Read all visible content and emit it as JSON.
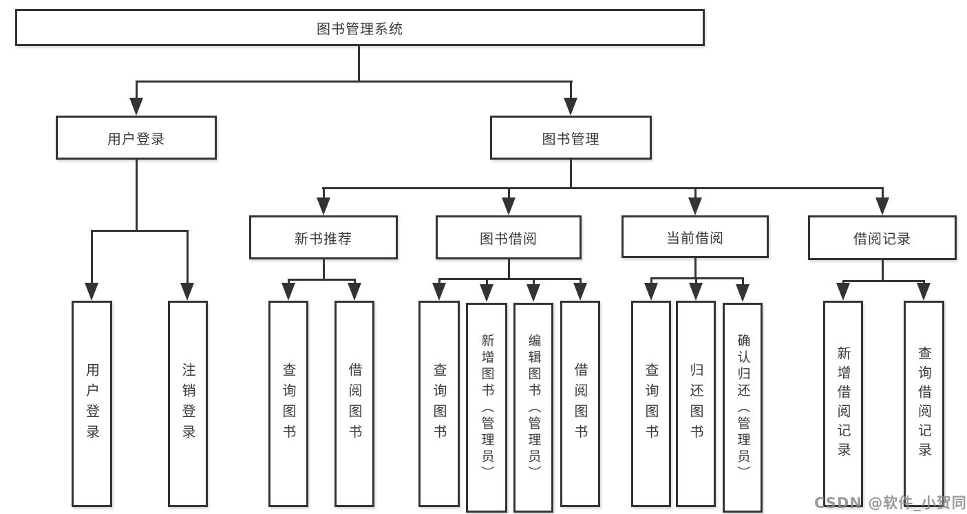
{
  "diagram": {
    "root": {
      "label": "图书管理系统"
    },
    "level2": {
      "user_login": {
        "label": "用户登录"
      },
      "book_mgmt": {
        "label": "图书管理"
      }
    },
    "level3": {
      "new_book_rec": {
        "label": "新书推荐"
      },
      "book_borrow": {
        "label": "图书借阅"
      },
      "current_borrow": {
        "label": "当前借阅"
      },
      "borrow_records": {
        "label": "借阅记录"
      }
    },
    "leaves": {
      "leaf_user_login": {
        "label": "用户登录",
        "parent": "用户登录"
      },
      "leaf_logout": {
        "label": "注销登录",
        "parent": "用户登录"
      },
      "leaf_query_book_1": {
        "label": "查询图书",
        "parent": "新书推荐"
      },
      "leaf_borrow_book_1": {
        "label": "借阅图书",
        "parent": "新书推荐"
      },
      "leaf_query_book_2": {
        "label": "查询图书",
        "parent": "图书借阅"
      },
      "leaf_add_book": {
        "label": "新增图书（管理员）",
        "parent": "图书借阅"
      },
      "leaf_edit_book": {
        "label": "编辑图书（管理员）",
        "parent": "图书借阅"
      },
      "leaf_borrow_book_2": {
        "label": "借阅图书",
        "parent": "图书借阅"
      },
      "leaf_query_book_3": {
        "label": "查询图书",
        "parent": "当前借阅"
      },
      "leaf_return_book": {
        "label": "归还图书",
        "parent": "当前借阅"
      },
      "leaf_confirm_return": {
        "label": "确认归还（管理员）",
        "parent": "当前借阅"
      },
      "leaf_add_record": {
        "label": "新增借阅记录",
        "parent": "借阅记录"
      },
      "leaf_query_record": {
        "label": "查询借阅记录",
        "parent": "借阅记录"
      }
    }
  },
  "watermark": {
    "text": "CSDN @软件_小贺同学"
  },
  "colors": {
    "line": "#333333",
    "text": "#3a3a3a",
    "background": "#ffffff",
    "watermark": "#878787"
  }
}
